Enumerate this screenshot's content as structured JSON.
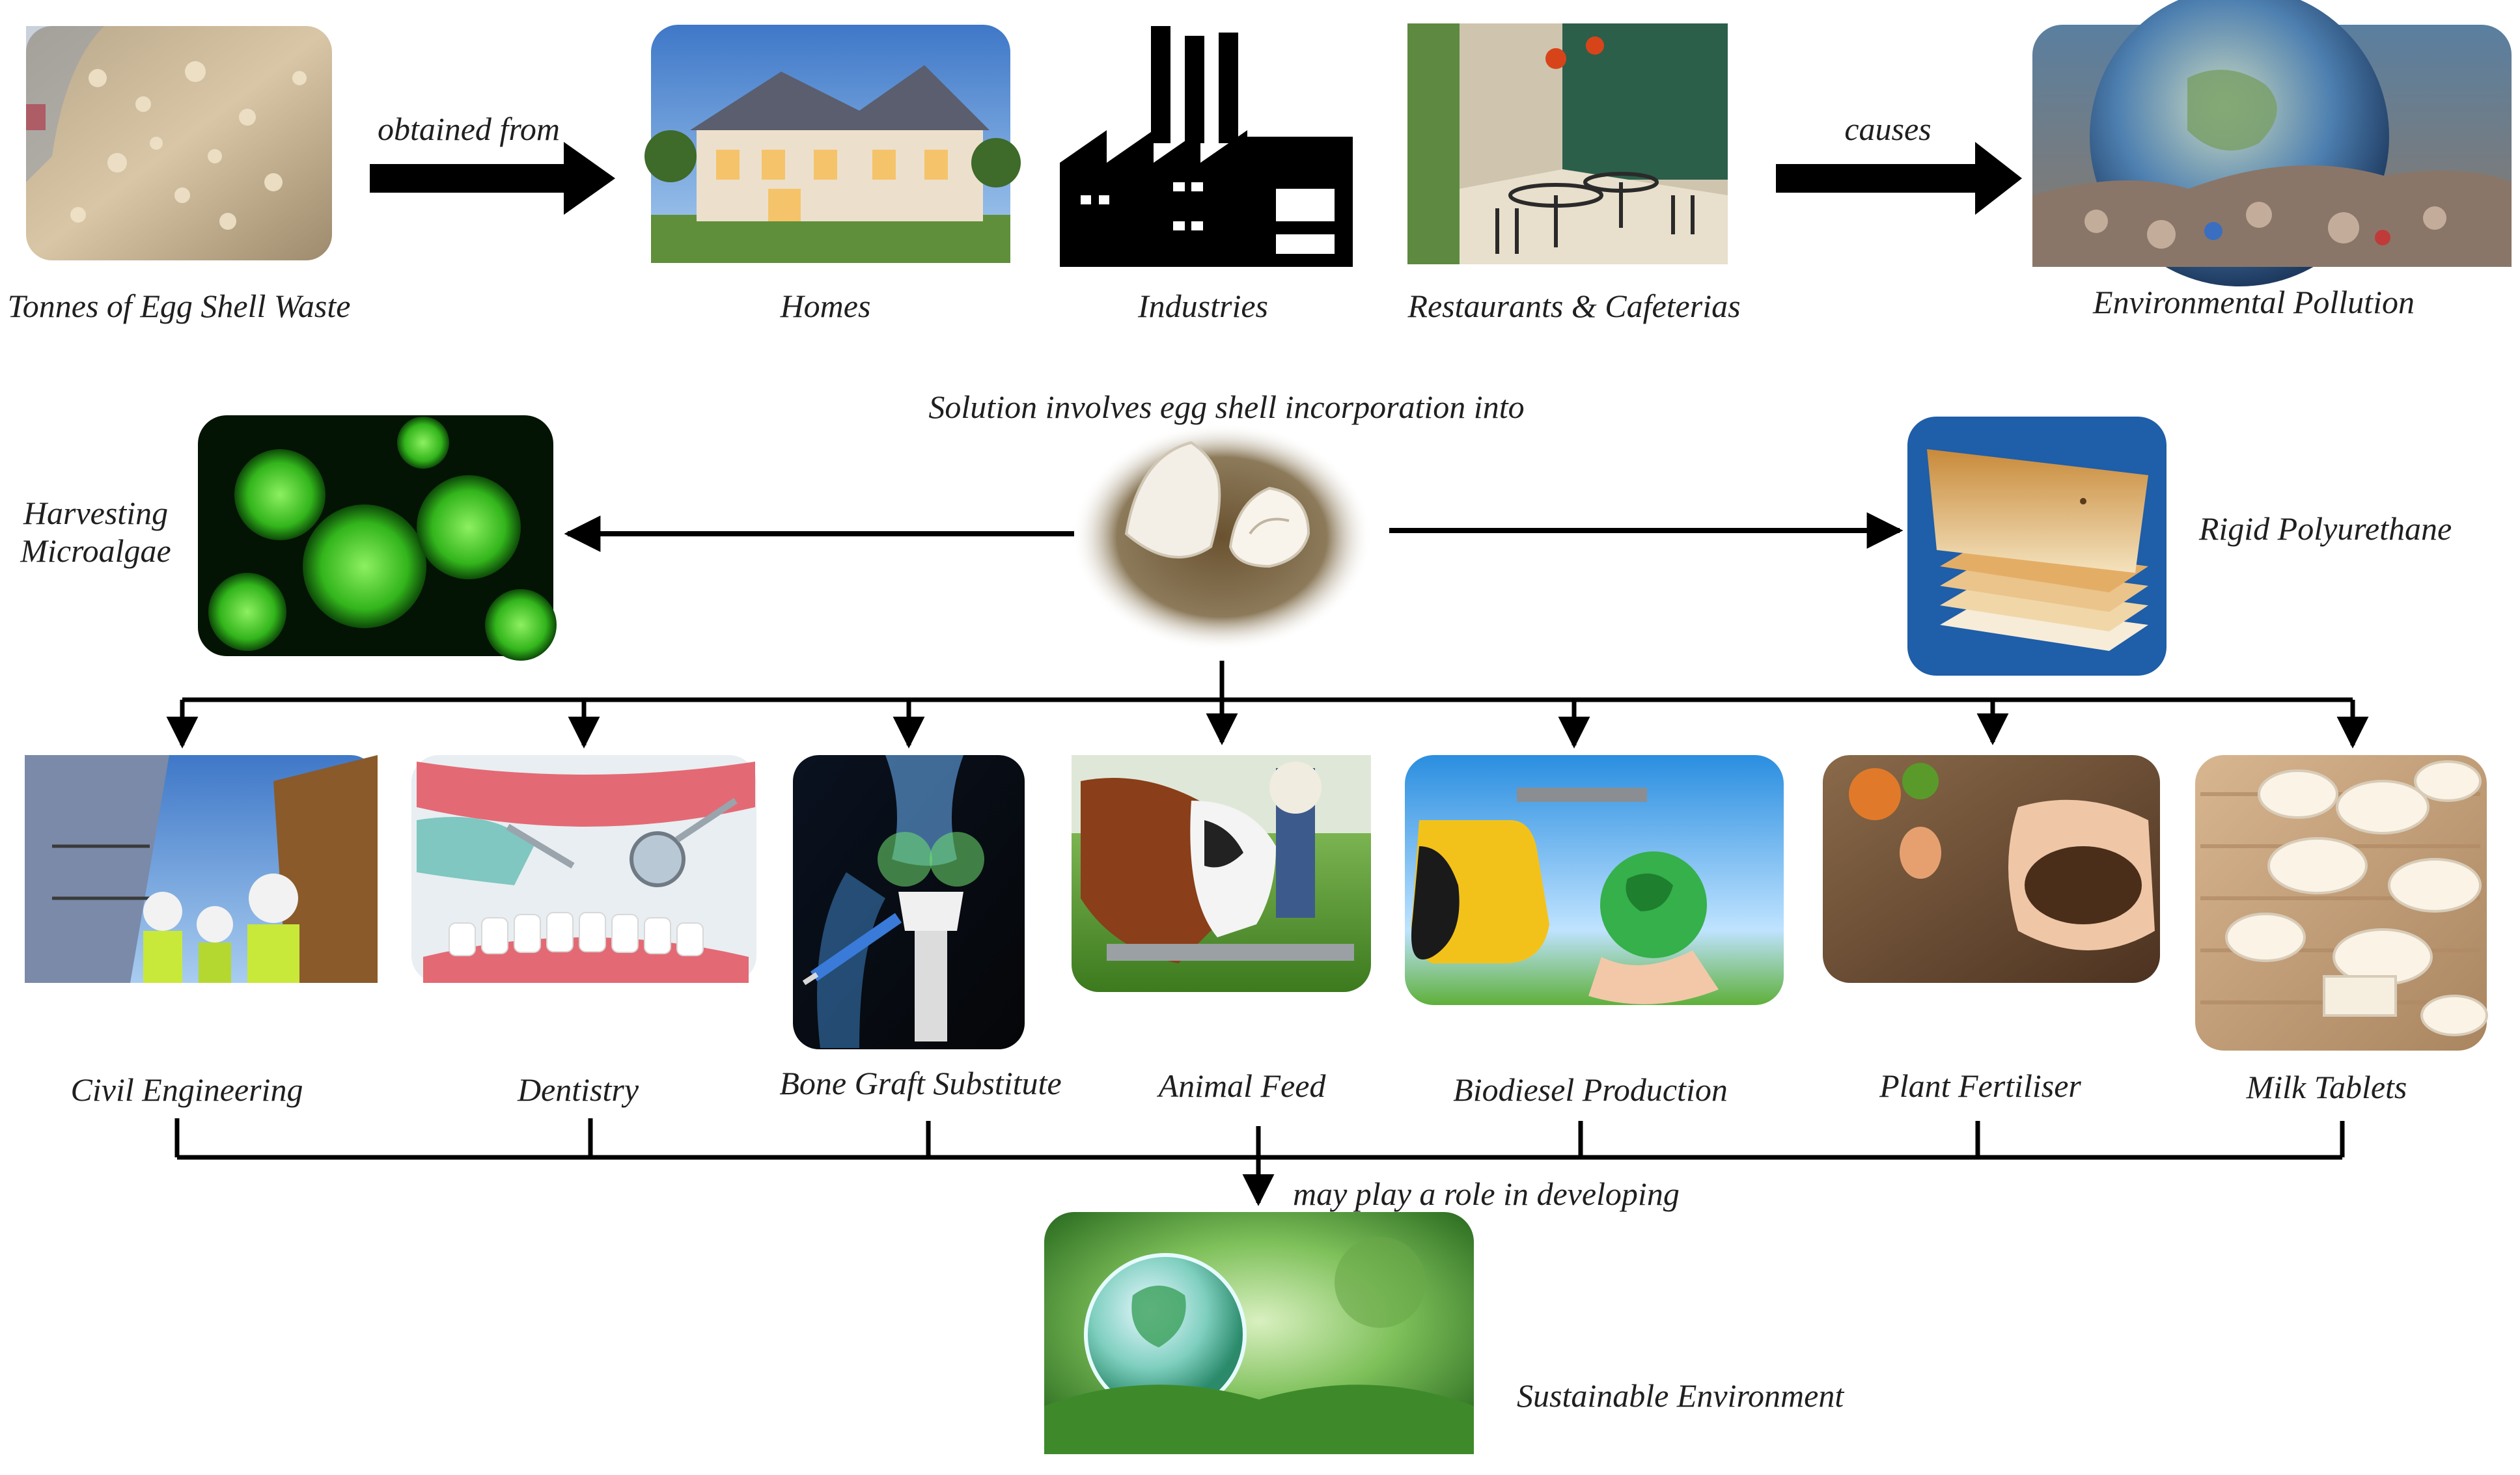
{
  "top_row": {
    "source_label": "Tonnes of Egg Shell Waste",
    "arrow1_label": "obtained from",
    "homes_label": "Homes",
    "industries_label": "Industries",
    "restaurants_label": "Restaurants & Cafeterias",
    "arrow2_label": "causes",
    "pollution_label": "Environmental Pollution"
  },
  "middle_row": {
    "solution_label": "Solution involves egg shell incorporation into",
    "microalgae_label_line1": "Harvesting",
    "microalgae_label_line2": "Microalgae",
    "polyurethane_label": "Rigid Polyurethane"
  },
  "applications": [
    {
      "label": "Civil Engineering",
      "icon": "construction-workers-image"
    },
    {
      "label": "Dentistry",
      "icon": "dental-exam-image"
    },
    {
      "label": "Bone Graft Substitute",
      "icon": "knee-xray-image"
    },
    {
      "label": "Animal Feed",
      "icon": "cattle-feeding-image"
    },
    {
      "label": "Biodiesel Production",
      "icon": "fuel-nozzle-globe-image"
    },
    {
      "label": "Plant Fertiliser",
      "icon": "soil-hands-image"
    },
    {
      "label": "Milk Tablets",
      "icon": "tablets-image"
    }
  ],
  "bottom": {
    "connector_label": "may play a role in developing",
    "outcome_label": "Sustainable Environment"
  },
  "colors": {
    "arrow": "#000000",
    "text": "#1f1f1f",
    "algae_green": "#38c020",
    "sky_blue": "#4a8fd8",
    "soil_brown": "#6b4a2e"
  }
}
